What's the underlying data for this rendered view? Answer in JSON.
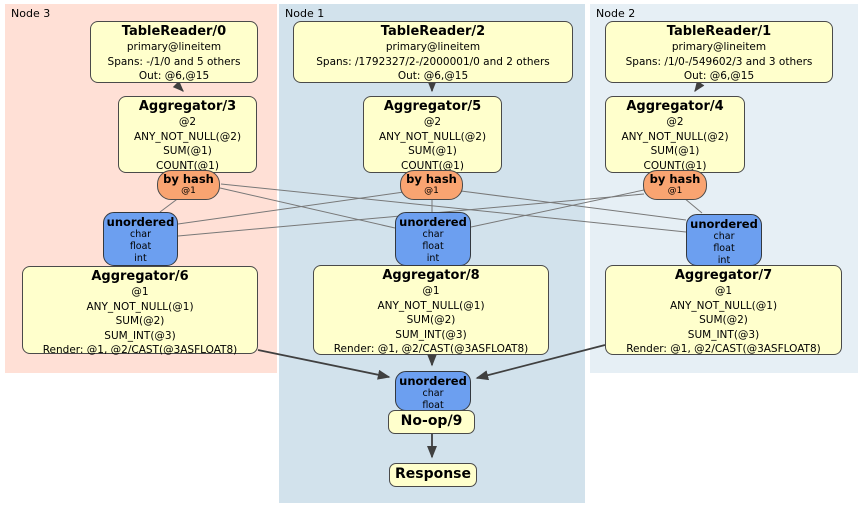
{
  "regions": [
    {
      "label": "Node 3"
    },
    {
      "label": "Node 1"
    },
    {
      "label": "Node 2"
    }
  ],
  "node3": {
    "table_reader": {
      "title": "TableReader/0",
      "lines": [
        "primary@lineitem",
        "Spans: -/1/0 and 5 others",
        "Out: @6,@15"
      ]
    },
    "aggregator_top": {
      "title": "Aggregator/3",
      "lines": [
        "@2",
        "ANY_NOT_NULL(@2)",
        "SUM(@1)",
        "COUNT(@1)"
      ]
    },
    "router": {
      "label": "by hash",
      "detail": "@1"
    },
    "sync": {
      "label": "unordered",
      "lines": [
        "char",
        "float",
        "int"
      ]
    },
    "aggregator_bottom": {
      "title": "Aggregator/6",
      "lines": [
        "@1",
        "ANY_NOT_NULL(@1)",
        "SUM(@2)",
        "SUM_INT(@3)",
        "Render: @1, @2/CAST(@3ASFLOAT8)"
      ]
    }
  },
  "node1": {
    "table_reader": {
      "title": "TableReader/2",
      "lines": [
        "primary@lineitem",
        "Spans: /1792327/2-/2000001/0 and 2 others",
        "Out: @6,@15"
      ]
    },
    "aggregator_top": {
      "title": "Aggregator/5",
      "lines": [
        "@2",
        "ANY_NOT_NULL(@2)",
        "SUM(@1)",
        "COUNT(@1)"
      ]
    },
    "router": {
      "label": "by hash",
      "detail": "@1"
    },
    "sync": {
      "label": "unordered",
      "lines": [
        "char",
        "float",
        "int"
      ]
    },
    "aggregator_bottom": {
      "title": "Aggregator/8",
      "lines": [
        "@1",
        "ANY_NOT_NULL(@1)",
        "SUM(@2)",
        "SUM_INT(@3)",
        "Render: @1, @2/CAST(@3ASFLOAT8)"
      ]
    }
  },
  "node2": {
    "table_reader": {
      "title": "TableReader/1",
      "lines": [
        "primary@lineitem",
        "Spans: /1/0-/549602/3 and 3 others",
        "Out: @6,@15"
      ]
    },
    "aggregator_top": {
      "title": "Aggregator/4",
      "lines": [
        "@2",
        "ANY_NOT_NULL(@2)",
        "SUM(@1)",
        "COUNT(@1)"
      ]
    },
    "router": {
      "label": "by hash",
      "detail": "@1"
    },
    "sync": {
      "label": "unordered",
      "lines": [
        "char",
        "float",
        "int"
      ]
    },
    "aggregator_bottom": {
      "title": "Aggregator/7",
      "lines": [
        "@1",
        "ANY_NOT_NULL(@1)",
        "SUM(@2)",
        "SUM_INT(@3)",
        "Render: @1, @2/CAST(@3ASFLOAT8)"
      ]
    }
  },
  "output": {
    "sync": {
      "label": "unordered",
      "lines": [
        "char",
        "float"
      ]
    },
    "noop": {
      "title": "No-op/9"
    },
    "response": {
      "title": "Response"
    }
  },
  "colors": {
    "node3_bg": "#ffe0d6",
    "node1_bg": "#d2e2ec",
    "node2_bg": "#e6eff5",
    "processor_bg": "#ffffcc",
    "router_bg": "#f9a471",
    "sync_bg": "#6c9ff0",
    "edge_thin": "#787878",
    "edge_thick": "#404040"
  }
}
